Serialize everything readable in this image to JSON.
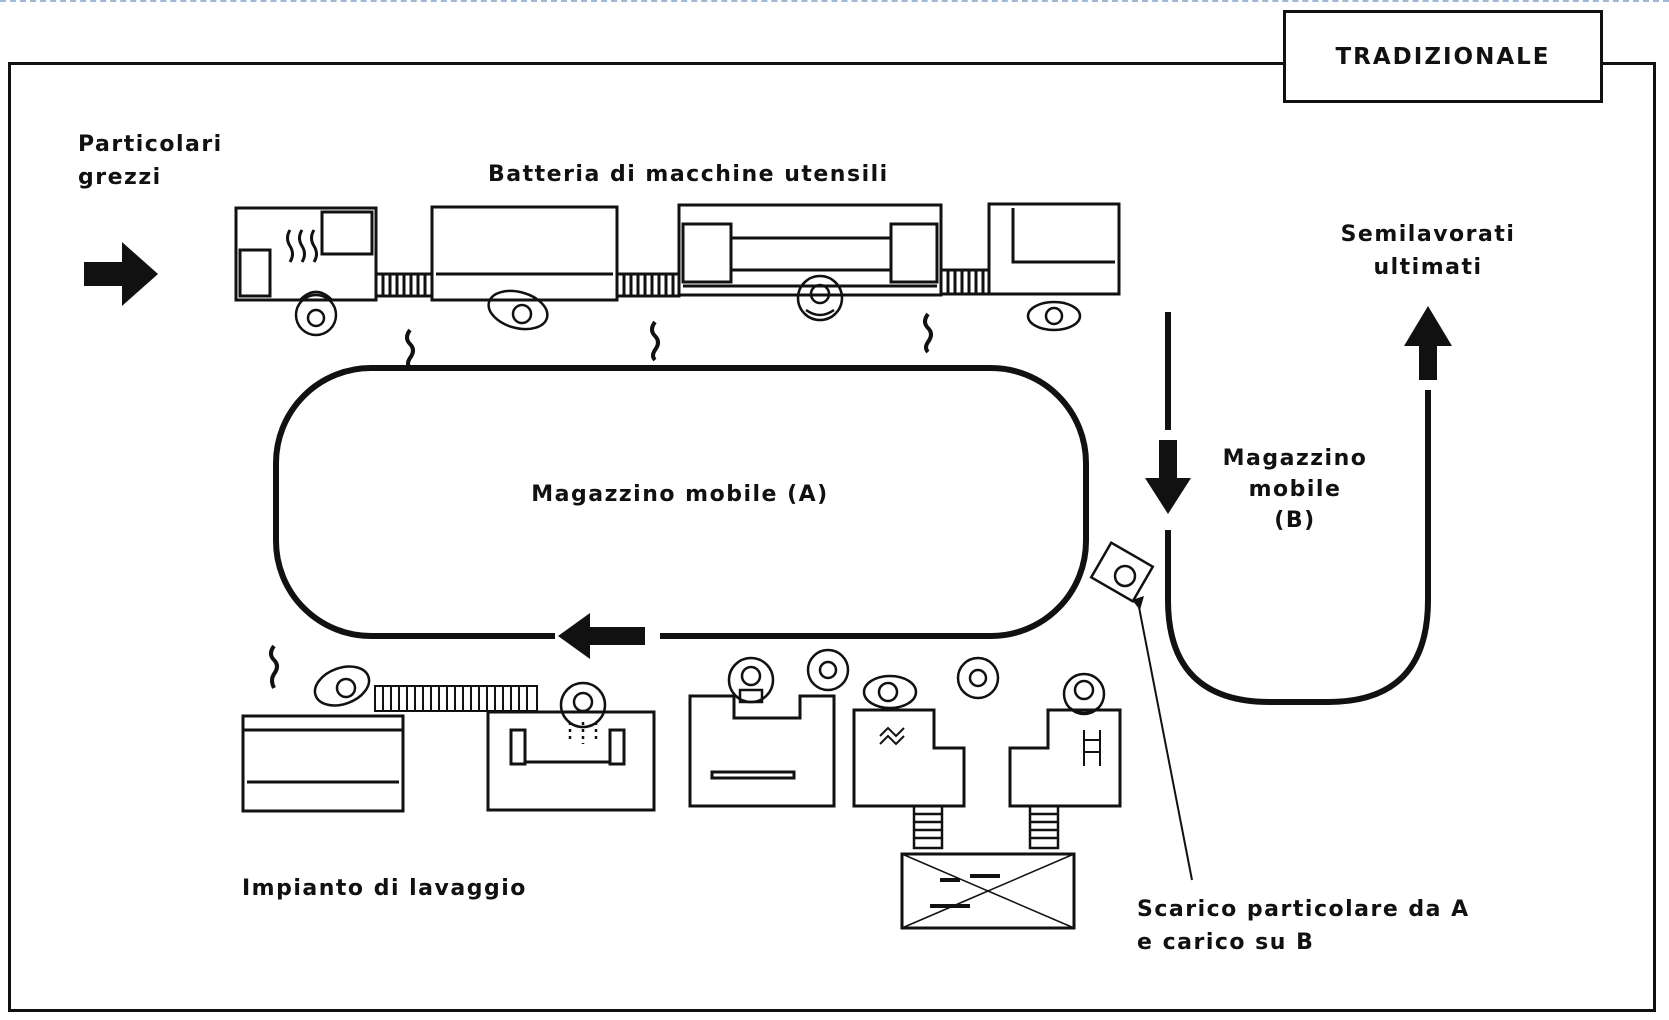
{
  "title": "TRADIZIONALE",
  "labels": {
    "raw_parts": "Particolari\ngrezzi",
    "machine_battery": "Batteria di macchine utensili",
    "finished_parts": "Semilavorati\nultimati",
    "store_a": "Magazzino mobile (A)",
    "store_b": "Magazzino\nmobile\n(B)",
    "washing": "Impianto di lavaggio",
    "transfer": "Scarico particolare da A\ne carico su B"
  }
}
